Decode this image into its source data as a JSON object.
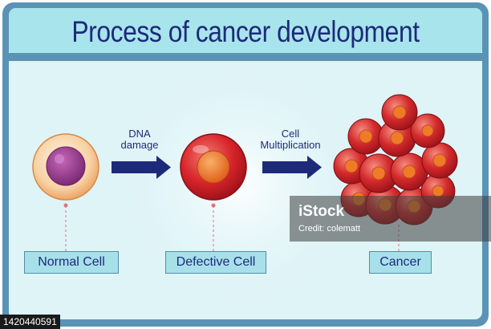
{
  "title": "Process of cancer development",
  "stages": [
    {
      "label": "Normal Cell"
    },
    {
      "label": "Defective Cell"
    },
    {
      "label": "Cancer"
    }
  ],
  "arrows": [
    {
      "line1": "DNA",
      "line2": "damage"
    },
    {
      "line1": "Cell",
      "line2": "Multiplication"
    }
  ],
  "watermark": {
    "brand": "iStock",
    "credit": "Credit: colematt"
  },
  "stock_id": "1420440591",
  "colors": {
    "frame": "#5b93b6",
    "title_bar": "#a8e4ec",
    "panel": "#dff4f7",
    "label_bg": "#a8e0ea",
    "text": "#1d2a7a",
    "arrow": "#1d2a7a",
    "normal_cell": "#f7d2a6",
    "nucleus": "#9a3a8f",
    "defective_cell": "#d8242a",
    "defective_nucleus": "#ee7b24"
  }
}
